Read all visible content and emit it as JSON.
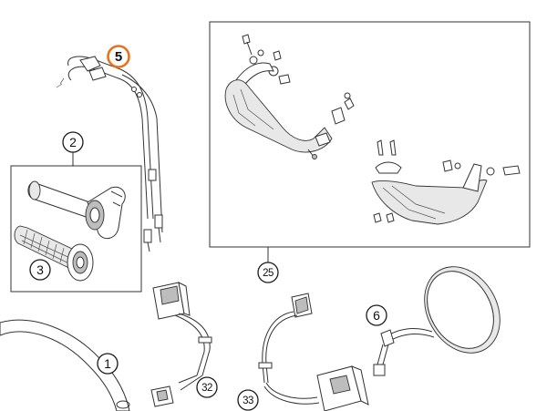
{
  "diagram": {
    "callouts": [
      {
        "id": "1",
        "label": "1"
      },
      {
        "id": "2",
        "label": "2"
      },
      {
        "id": "3",
        "label": "3"
      },
      {
        "id": "5",
        "label": "5",
        "highlight": true,
        "accent_color": "#e8721c"
      },
      {
        "id": "6",
        "label": "6"
      },
      {
        "id": "25",
        "label": "25"
      },
      {
        "id": "32",
        "label": "32"
      },
      {
        "id": "33",
        "label": "33"
      }
    ]
  }
}
